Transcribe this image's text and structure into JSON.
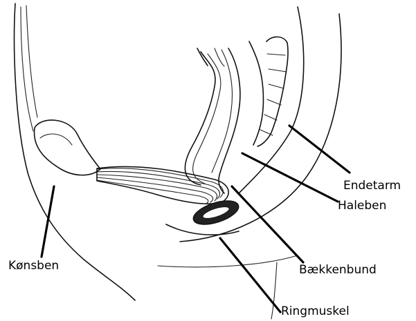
{
  "labels": {
    "konsben": "Kønsben",
    "endetarm": "Endetarm",
    "haleben": "Haleben",
    "baekkenbund": "Bækkenbund",
    "ringmuskel": "Ringmuskel"
  },
  "colors": {
    "ink": "#111111",
    "background": "#ffffff"
  }
}
